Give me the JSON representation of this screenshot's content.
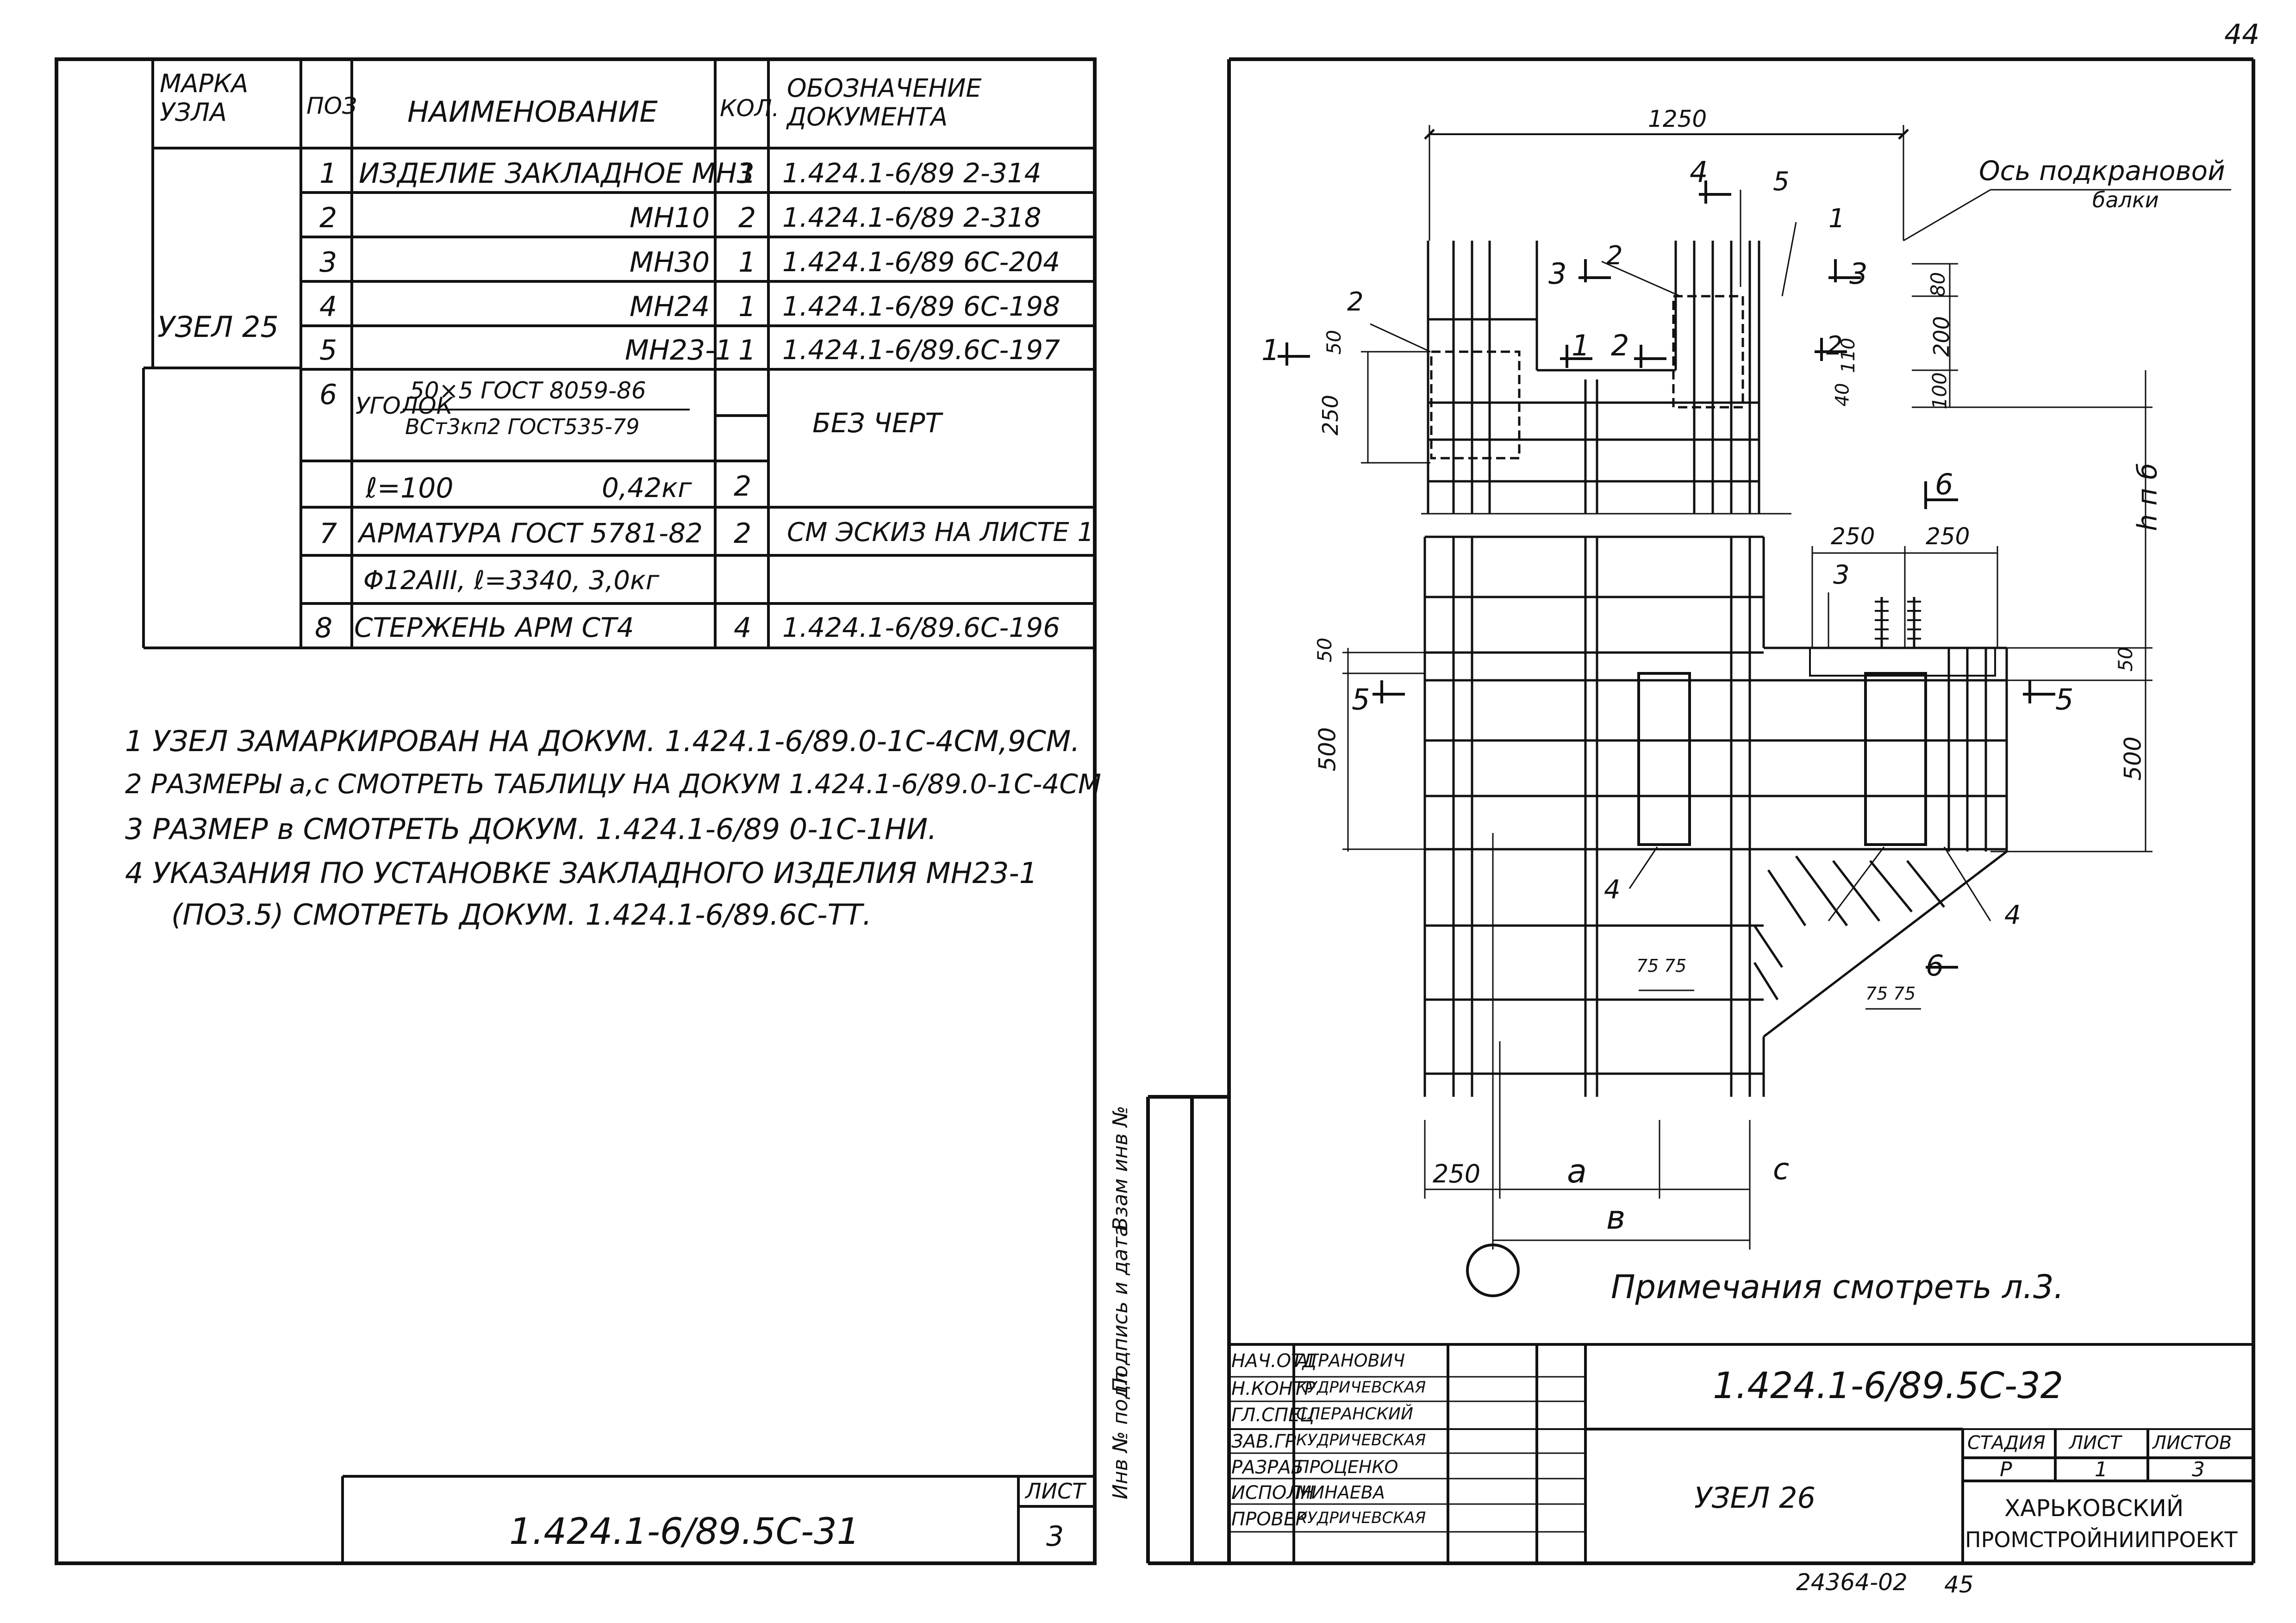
{
  "page_number": "44",
  "left_sheet": {
    "table": {
      "headers": {
        "mark": "МАРКА УЗЛА",
        "pos": "ПОЗ",
        "name": "НАИМЕНОВАНИЕ",
        "qty": "КОЛ.",
        "doc": "ОБОЗНАЧЕНИЕ ДОКУМЕНТА"
      },
      "node_mark": "УЗЕЛ 25",
      "rows": [
        {
          "pos": "1",
          "name": "ИЗДЕЛИЕ ЗАКЛАДНОЕ МН3",
          "qty": "1",
          "doc": "1.424.1-6/89 2-314"
        },
        {
          "pos": "2",
          "name": "МН10",
          "qty": "2",
          "doc": "1.424.1-6/89 2-318"
        },
        {
          "pos": "3",
          "name": "МН30",
          "qty": "1",
          "doc": "1.424.1-6/89 6С-204"
        },
        {
          "pos": "4",
          "name": "МН24",
          "qty": "1",
          "doc": "1.424.1-6/89 6С-198"
        },
        {
          "pos": "5",
          "name": "МН23-1",
          "qty": "1",
          "doc": "1.424.1-6/89.6С-197"
        },
        {
          "pos": "6",
          "name": "УГОЛОК",
          "name_top": "50×5 ГОСТ 8059-86",
          "name_bottom": "ВСт3кп2 ГОСТ535-79",
          "qty": "",
          "doc": "БЕЗ ЧЕРТ"
        },
        {
          "pos": "",
          "name": "ℓ=100",
          "extra": "0,42кг",
          "qty": "2",
          "doc": ""
        },
        {
          "pos": "7",
          "name": "АРМАТУРА ГОСТ 5781-82",
          "qty": "2",
          "doc": "СМ ЭСКИЗ НА ЛИСТЕ 1"
        },
        {
          "pos": "",
          "name": "Φ12АIII, ℓ=3340, 3,0кг",
          "qty": "",
          "doc": ""
        },
        {
          "pos": "8",
          "name": "СТЕРЖЕНЬ АРМ СТ4",
          "qty": "4",
          "doc": "1.424.1-6/89.6С-196"
        }
      ]
    },
    "notes": [
      "1 УЗЕЛ ЗАМАРКИРОВАН НА ДОКУМ. 1.424.1-6/89.0-1С-4СМ,9СМ.",
      "2 РАЗМЕРЫ а,с СМОТРЕТЬ ТАБЛИЦУ НА ДОКУМ 1.424.1-6/89.0-1С-4СМ",
      "3 РАЗМЕР в СМОТРЕТЬ ДОКУМ. 1.424.1-6/89 0-1С-1НИ.",
      "4 УКАЗАНИЯ ПО УСТАНОВКЕ ЗАКЛАДНОГО ИЗДЕЛИЯ МН23-1",
      "(ПОЗ.5) СМОТРЕТЬ ДОКУМ. 1.424.1-6/89.6С-ТТ."
    ],
    "stamp": {
      "doc_code": "1.424.1-6/89.5С-31",
      "sheet_label": "ЛИСТ",
      "sheet_no": "3"
    }
  },
  "right_sheet": {
    "dims": {
      "top_width": "1250",
      "d50": "50",
      "d250": "250",
      "d80": "80",
      "d200": "200",
      "d100": "100",
      "d110": "110",
      "d40": "40",
      "hnb": "h п б",
      "d250a": "250",
      "d250b": "250",
      "d50b": "50",
      "d50c": "50",
      "d500a": "500",
      "d500b": "500",
      "d75a": "75",
      "d75b": "75",
      "d75c": "75",
      "d75d": "75",
      "bottom_250": "250",
      "a": "а",
      "c": "с",
      "b": "в"
    },
    "axis_label_1": "Ось подкрановой",
    "axis_label_2": "балки",
    "section_marks": [
      "1",
      "1",
      "2",
      "3",
      "3",
      "2",
      "4",
      "5",
      "5",
      "6",
      "6"
    ],
    "position_marks": [
      "1",
      "2",
      "2",
      "3",
      "4",
      "4",
      "5"
    ],
    "note": "Примечания смотреть л.3.",
    "side_strip": [
      "Инв № подл",
      "Подпись и дата",
      "Взам инв №"
    ],
    "title_block": {
      "roles": [
        "НАЧ.ОТД",
        "Н.КОНТР",
        "ГЛ.СПЕЦ",
        "ЗАВ.ГР",
        "РАЗРАБ",
        "ИСПОЛН",
        "ПРОВЕР"
      ],
      "names": [
        "АГРАНОВИЧ",
        "КУДРИЧЕВСКАЯ",
        "СЛЕРАНСКИЙ",
        "КУДРИЧЕВСКАЯ",
        "ПРОЦЕНКО",
        "МИНАЕВА",
        "КУДРИЧЕВСКАЯ"
      ],
      "doc_code": "1.424.1-6/89.5С-32",
      "title": "УЗЕЛ 26",
      "stage_label": "СТАДИЯ",
      "sheet_label": "ЛИСТ",
      "sheets_label": "ЛИСТОВ",
      "stage": "Р",
      "sheet": "1",
      "sheets": "3",
      "org_line1": "ХАРЬКОВСКИЙ",
      "org_line2": "ПРОМСТРОЙНИИПРОЕКТ"
    },
    "footer_number": "24364-02",
    "footer_page": "45"
  }
}
